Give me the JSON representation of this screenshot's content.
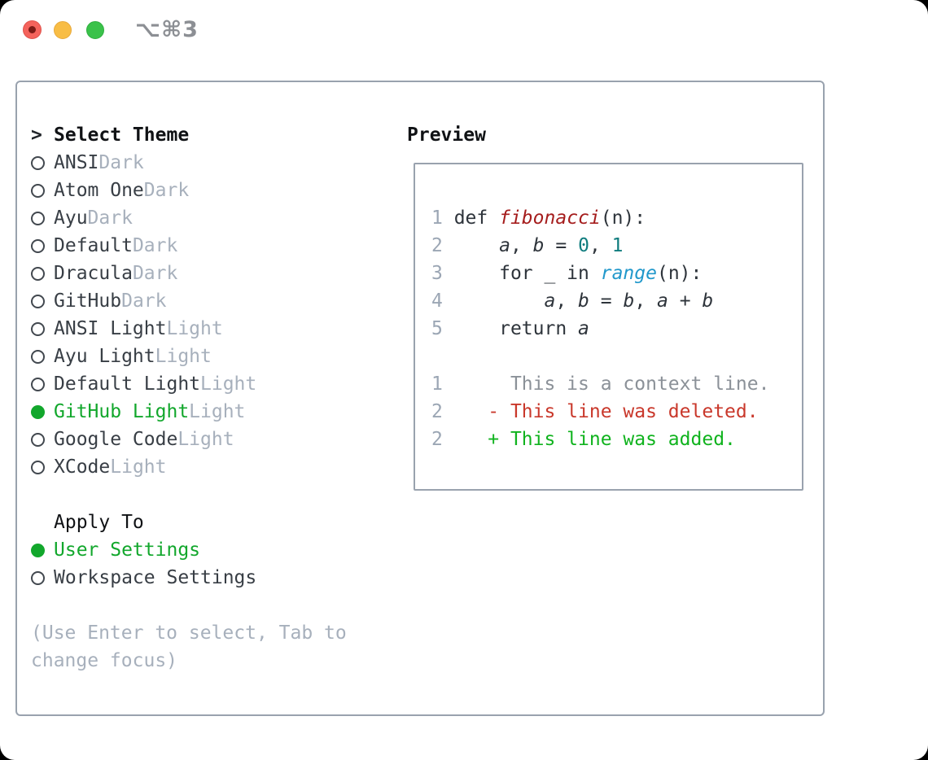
{
  "window": {
    "shortcut_label": "⌥⌘3"
  },
  "theme_panel": {
    "prompt": ">",
    "title": "Select Theme",
    "themes": [
      {
        "name": "ANSI",
        "variant": "Dark",
        "selected": false
      },
      {
        "name": "Atom One",
        "variant": "Dark",
        "selected": false
      },
      {
        "name": "Ayu",
        "variant": "Dark",
        "selected": false
      },
      {
        "name": "Default",
        "variant": "Dark",
        "selected": false
      },
      {
        "name": "Dracula",
        "variant": "Dark",
        "selected": false
      },
      {
        "name": "GitHub",
        "variant": "Dark",
        "selected": false
      },
      {
        "name": "ANSI Light",
        "variant": "Light",
        "selected": false
      },
      {
        "name": "Ayu Light",
        "variant": "Light",
        "selected": false
      },
      {
        "name": "Default Light",
        "variant": "Light",
        "selected": false
      },
      {
        "name": "GitHub Light",
        "variant": "Light",
        "selected": true
      },
      {
        "name": "Google Code",
        "variant": "Light",
        "selected": false
      },
      {
        "name": "XCode",
        "variant": "Light",
        "selected": false
      }
    ],
    "apply_to": {
      "title": "Apply To",
      "options": [
        {
          "label": "User Settings",
          "selected": true
        },
        {
          "label": "Workspace Settings",
          "selected": false
        }
      ]
    },
    "hint_line1": "(Use Enter to select, Tab to",
    "hint_line2": "change focus)"
  },
  "preview_panel": {
    "title": "Preview",
    "code_lines": [
      [
        [
          "num",
          "1"
        ],
        [
          "plain",
          " def "
        ],
        [
          "func",
          "fibonacci"
        ],
        [
          "plain",
          "(n):"
        ]
      ],
      [
        [
          "num",
          "2"
        ],
        [
          "plain",
          "     "
        ],
        [
          "var",
          "a"
        ],
        [
          "plain",
          ", "
        ],
        [
          "var",
          "b"
        ],
        [
          "plain",
          " = "
        ],
        [
          "lit",
          "0"
        ],
        [
          "plain",
          ", "
        ],
        [
          "lit",
          "1"
        ]
      ],
      [
        [
          "num",
          "3"
        ],
        [
          "plain",
          "     for _ in "
        ],
        [
          "builtin",
          "range"
        ],
        [
          "plain",
          "(n):"
        ]
      ],
      [
        [
          "num",
          "4"
        ],
        [
          "plain",
          "         "
        ],
        [
          "var",
          "a"
        ],
        [
          "plain",
          ", "
        ],
        [
          "var",
          "b"
        ],
        [
          "plain",
          " = "
        ],
        [
          "var",
          "b"
        ],
        [
          "plain",
          ", "
        ],
        [
          "var",
          "a"
        ],
        [
          "plain",
          " + "
        ],
        [
          "var",
          "b"
        ]
      ],
      [
        [
          "num",
          "5"
        ],
        [
          "plain",
          "     return "
        ],
        [
          "var",
          "a"
        ]
      ]
    ],
    "diff_lines": [
      [
        [
          "num",
          "1"
        ],
        [
          "ctx",
          "      This is a context line."
        ]
      ],
      [
        [
          "num",
          "2"
        ],
        [
          "plain",
          "    "
        ],
        [
          "del",
          "- This line was deleted."
        ]
      ],
      [
        [
          "num",
          "2"
        ],
        [
          "plain",
          "    "
        ],
        [
          "add",
          "+ This line was added."
        ]
      ]
    ]
  },
  "colors": {
    "selected_green": "#12a72c",
    "added_green": "#10b31e",
    "deleted_red": "#c9382b",
    "function_red": "#a51d1d",
    "number_teal": "#0f7c7e",
    "builtin_blue": "#2198cb",
    "muted_gray": "#a7b0bc",
    "line_number_gray": "#9ba6b4",
    "panel_border": "#99a2ae",
    "traffic_red": "#f4635c",
    "traffic_yellow": "#f8bd45",
    "traffic_green": "#3ac24a"
  }
}
